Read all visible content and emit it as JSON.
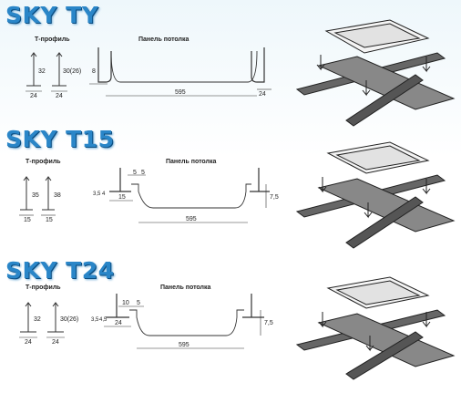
{
  "sections": [
    {
      "title": "SKY TY",
      "profile_label": "Т-профиль",
      "panel_label": "Панель потолка",
      "heights": [
        "32",
        "30(26)"
      ],
      "widths": [
        "24",
        "24"
      ],
      "panel_width": "595",
      "edge_width": "24",
      "edge_height": "8"
    },
    {
      "title": "SKY T15",
      "profile_label": "Т-профиль",
      "panel_label": "Панель потолка",
      "heights": [
        "35",
        "38"
      ],
      "widths": [
        "15",
        "15"
      ],
      "panel_width": "595",
      "step_dims": [
        "5",
        "5"
      ],
      "left_width": "15",
      "left_heights": [
        "3,5",
        "4"
      ],
      "right_height": "7,5"
    },
    {
      "title": "SKY T24",
      "profile_label": "Т-профиль",
      "panel_label": "Панель потолка",
      "heights": [
        "32",
        "30(26)"
      ],
      "widths": [
        "24",
        "24"
      ],
      "panel_width": "595",
      "step_dims": [
        "10",
        "5"
      ],
      "left_width": "24",
      "left_heights": [
        "3,5",
        "4,5"
      ],
      "right_height": "7,5"
    }
  ],
  "colors": {
    "title": "#2a86c8",
    "title_shadow": "#0c4d80",
    "line": "#333333"
  }
}
